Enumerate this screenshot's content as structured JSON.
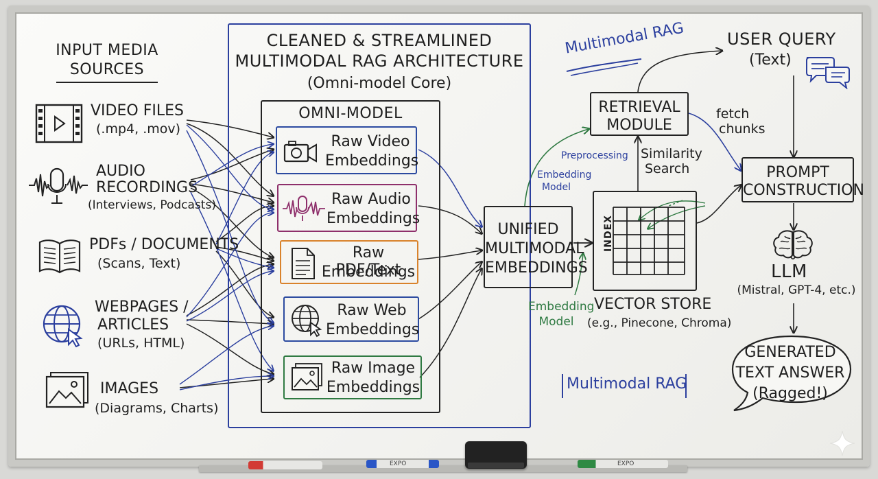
{
  "inputs": {
    "heading": [
      "INPUT MEDIA",
      "SOURCES"
    ],
    "items": [
      {
        "icon": "video-file-icon",
        "lines": [
          "VIDEO FILES",
          "(.mp4, .mov)"
        ]
      },
      {
        "icon": "audio-waveform-microphone-icon",
        "lines": [
          "AUDIO",
          "RECORDINGS",
          "(Interviews, Podcasts)"
        ]
      },
      {
        "icon": "open-book-icon",
        "lines": [
          "PDFs / DOCUMENTS",
          "(Scans, Text)"
        ]
      },
      {
        "icon": "globe-cursor-icon",
        "lines": [
          "WEBPAGES /",
          "ARTICLES",
          "(URLs, HTML)"
        ]
      },
      {
        "icon": "image-picture-icon",
        "lines": [
          "IMAGES",
          "(Diagrams, Charts)"
        ]
      }
    ]
  },
  "architecture": {
    "title": [
      "CLEANED & STREAMLINED",
      "MULTIMODAL RAG ARCHITECTURE",
      "(Omni-model Core)"
    ],
    "omni_model": "OMNI-MODEL",
    "embeddings": [
      {
        "icon": "camera-icon",
        "lines": [
          "Raw Video",
          "Embeddings"
        ],
        "color": "#2b4aa0"
      },
      {
        "icon": "microphone-waveform-icon",
        "lines": [
          "Raw Audio",
          "Embeddings"
        ],
        "color": "#8e2f6b"
      },
      {
        "icon": "document-icon",
        "lines": [
          "Raw PDF/Text",
          "Embeddings"
        ],
        "color": "#d9822b"
      },
      {
        "icon": "globe-cursor-icon",
        "lines": [
          "Raw Web",
          "Embeddings"
        ],
        "color": "#2b4aa0"
      },
      {
        "icon": "image-stack-icon",
        "lines": [
          "Raw Image",
          "Embeddings"
        ],
        "color": "#2f7a42"
      }
    ]
  },
  "unified": [
    "UNIFIED",
    "MULTIMODAL",
    "EMBEDDINGS"
  ],
  "vector_store": {
    "axis_label": "INDEX",
    "lines": [
      "VECTOR STORE",
      "(e.g., Pinecone, Chroma)"
    ]
  },
  "retrieval": {
    "lines": [
      "RETRIEVAL",
      "MODULE"
    ],
    "similarity": [
      "Similarity",
      "Search"
    ]
  },
  "annotations": {
    "preprocessing": "Preprocessing",
    "embedding_model_top": [
      "Embedding",
      "Model"
    ],
    "embedding_model_bottom": [
      "Embedding",
      "Model"
    ],
    "multimodal_rag_top": "Multimodal RAG",
    "multimodal_rag_bottom": "Multimodal RAG",
    "fetch_chunks": [
      "fetch",
      "chunks"
    ]
  },
  "user_query": {
    "lines": [
      "USER QUERY",
      "(Text)"
    ],
    "icon": "chat-bubbles-icon"
  },
  "prompt": [
    "PROMPT",
    "CONSTRUCTION"
  ],
  "llm": {
    "icon": "brain-icon",
    "lines": [
      "LLM",
      "(Mistral, GPT-4, etc.)"
    ]
  },
  "answer": [
    "GENERATED",
    "TEXT ANSWER",
    "(Ragged!)"
  ],
  "markers": [
    {
      "color": "#d23b34",
      "label": ""
    },
    {
      "color": "#2a56c6",
      "label": "EXPO"
    },
    {
      "color": "#2f8a44",
      "label": "EXPO"
    }
  ],
  "colors": {
    "ink": "#1e1e1e",
    "blue": "#2b3f9e",
    "green": "#2f7a42",
    "purple": "#8e2f6b",
    "orange": "#d9822b"
  }
}
